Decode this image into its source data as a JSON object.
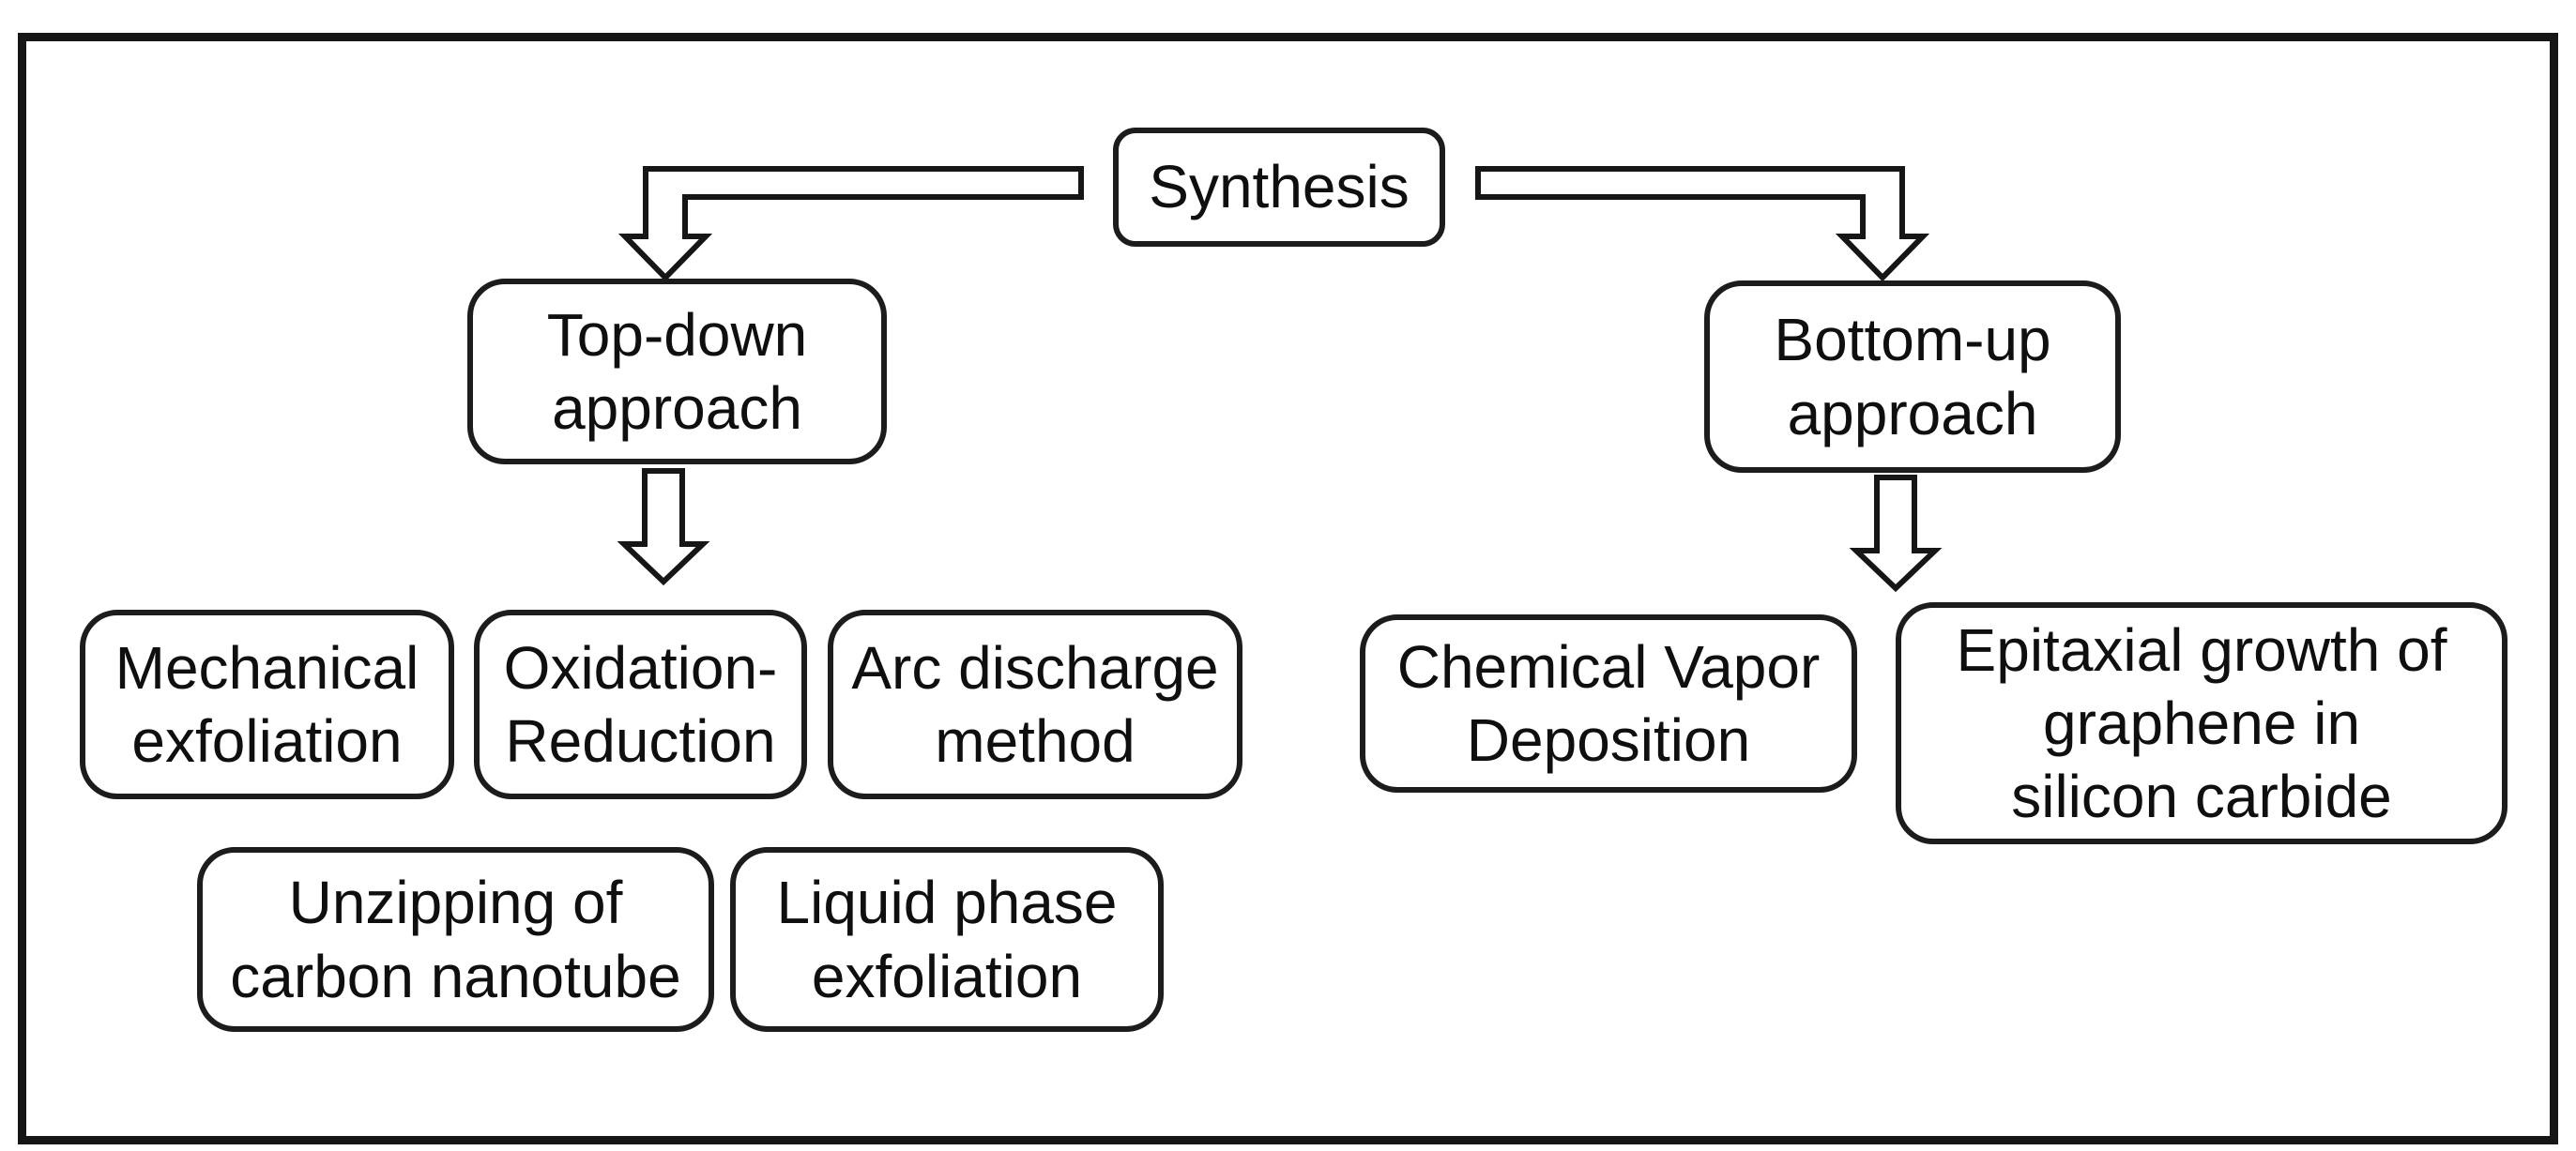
{
  "colors": {
    "background": "#ffffff",
    "stroke": "#161616",
    "text": "#0f0f0f"
  },
  "diagram": {
    "root": {
      "label": "Synthesis",
      "lines": [
        "Synthesis"
      ]
    },
    "left_branch": {
      "label": "Top-down approach",
      "lines": [
        "Top-down",
        "approach"
      ]
    },
    "right_branch": {
      "label": "Bottom-up approach",
      "lines": [
        "Bottom-up",
        "approach"
      ]
    },
    "left_methods": [
      {
        "label": "Mechanical exfoliation",
        "lines": [
          "Mechanical",
          "exfoliation"
        ]
      },
      {
        "label": "Oxidation-Reduction",
        "lines": [
          "Oxidation-",
          "Reduction"
        ]
      },
      {
        "label": "Arc discharge method",
        "lines": [
          "Arc discharge",
          "method"
        ]
      },
      {
        "label": "Unzipping of carbon nanotube",
        "lines": [
          "Unzipping of",
          "carbon nanotube"
        ]
      },
      {
        "label": "Liquid phase exfoliation",
        "lines": [
          "Liquid phase",
          "exfoliation"
        ]
      }
    ],
    "right_methods": [
      {
        "label": "Chemical Vapor Deposition",
        "lines": [
          "Chemical Vapor",
          "Deposition"
        ]
      },
      {
        "label": "Epitaxial growth of graphene in silicon carbide",
        "lines": [
          "Epitaxial growth of",
          "graphene in",
          "silicon carbide"
        ]
      }
    ]
  }
}
